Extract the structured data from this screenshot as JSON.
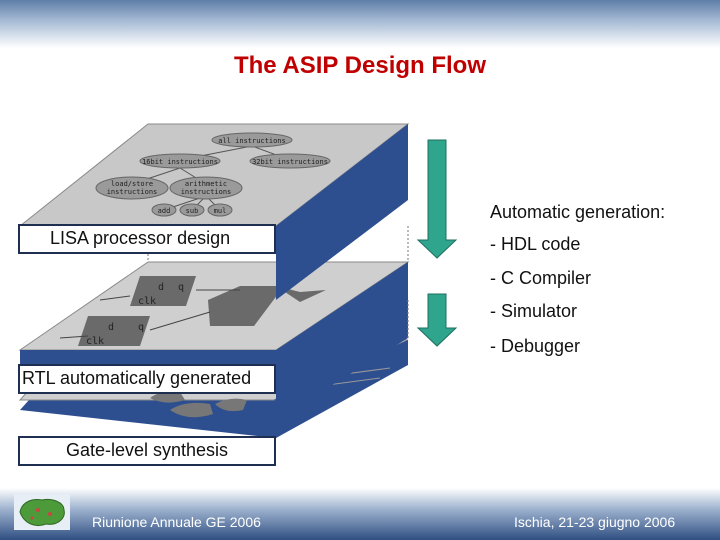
{
  "slide": {
    "title": "The ASIP Design Flow",
    "layers": {
      "lisa_label": "LISA processor design",
      "rtl_label": "RTL automatically generated",
      "gate_label": "Gate-level synthesis"
    },
    "tree_nodes": {
      "all": "all instructions",
      "i16": "16bit instructions",
      "i32": "32bit instructions",
      "load": "load/store",
      "load2": "instructions",
      "arith": "arithmetic",
      "arith2": "instructions",
      "add": "add",
      "sub": "sub",
      "mul": "mul"
    },
    "rtl_glyphs": {
      "d1": "d",
      "q1": "q",
      "clk1": "clk",
      "d2": "d",
      "q2": "q",
      "clk2": "clk"
    },
    "generation": {
      "heading": "Automatic generation:",
      "items": [
        "- HDL code",
        "- C Compiler",
        "- Simulator",
        "- Debugger"
      ]
    },
    "footer": {
      "left": "Riunione Annuale GE 2006",
      "right": "Ischia, 21-23 giugno 2006"
    },
    "colors": {
      "title": "#c00000",
      "plane_top": "#c8c8c8",
      "plane_side": "#2e4f8f",
      "arrow": "#2fa58e",
      "logo_green": "#4c9a3a"
    }
  }
}
